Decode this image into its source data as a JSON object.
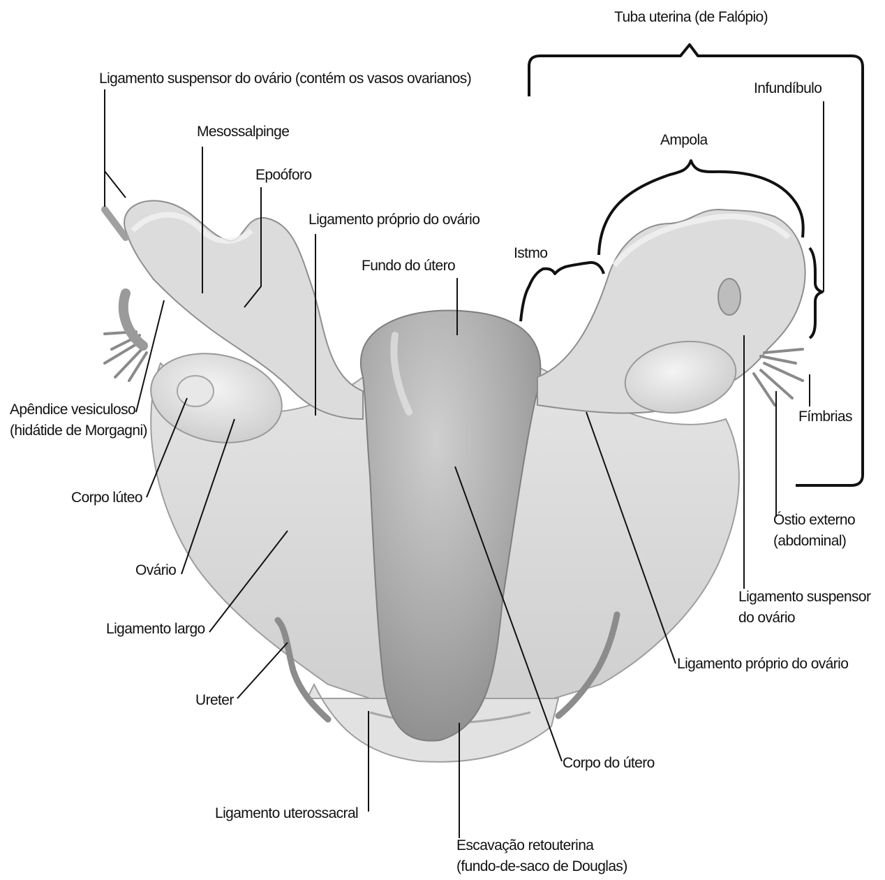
{
  "figure": {
    "labels": {
      "tuba_uterina": "Tuba uterina (de Falópio)",
      "ligamento_suspensor_top": "Ligamento suspensor do ovário (contém os vasos ovarianos)",
      "infundibulo": "Infundíbulo",
      "mesossalpinge": "Mesossalpinge",
      "ampola": "Ampola",
      "epooforo": "Epoóforo",
      "ligamento_proprio_top": "Ligamento próprio do ovário",
      "istmo": "Istmo",
      "fundo_do_utero": "Fundo do útero",
      "apendice_line1": "Apêndice vesiculoso",
      "apendice_line2": "(hidátide de Morgagni)",
      "fimbrias": "Fímbrias",
      "corpo_luteo": "Corpo lúteo",
      "ostio_line1": "Óstio externo",
      "ostio_line2": "(abdominal)",
      "ovario": "Ovário",
      "lig_susp_right_line1": "Ligamento suspensor",
      "lig_susp_right_line2": "do ovário",
      "ligamento_largo": "Ligamento largo",
      "ligamento_proprio_right": "Ligamento próprio do ovário",
      "ureter": "Ureter",
      "corpo_do_utero": "Corpo do útero",
      "ligamento_uterossacral": "Ligamento uterossacral",
      "escavacao_line1": "Escavação retouterina",
      "escavacao_line2": "(fundo-de-saco de Douglas)"
    },
    "colors": {
      "tissue_light": "#eeeeee",
      "tissue_mid": "#d4d4d4",
      "uterus": "#b8b8b8",
      "uterus_dark": "#9a9a9a",
      "line": "#111111"
    }
  }
}
